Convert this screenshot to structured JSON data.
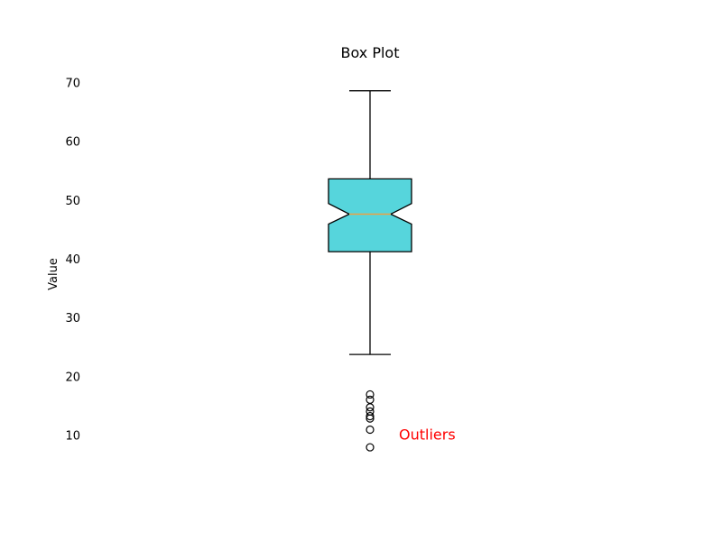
{
  "chart_data": {
    "type": "box",
    "title": "Box Plot",
    "xlabel": "",
    "ylabel": "Value",
    "ylim": [
      3,
      73
    ],
    "yticks": [
      10,
      20,
      30,
      40,
      50,
      60,
      70
    ],
    "grid": false,
    "box": {
      "whisker_low": 23.7,
      "q1": 41.2,
      "median": 47.6,
      "q3": 53.6,
      "whisker_high": 68.6,
      "notch_low": 45.9,
      "notch_high": 49.4,
      "fill_color": "#56d5dc",
      "median_color": "#f0a040"
    },
    "outliers": [
      16.9,
      16.0,
      14.7,
      14.0,
      13.2,
      12.8,
      10.9,
      7.9
    ],
    "annotation": {
      "text": "Outliers",
      "y": 10.0,
      "color": "#ff0000"
    }
  }
}
